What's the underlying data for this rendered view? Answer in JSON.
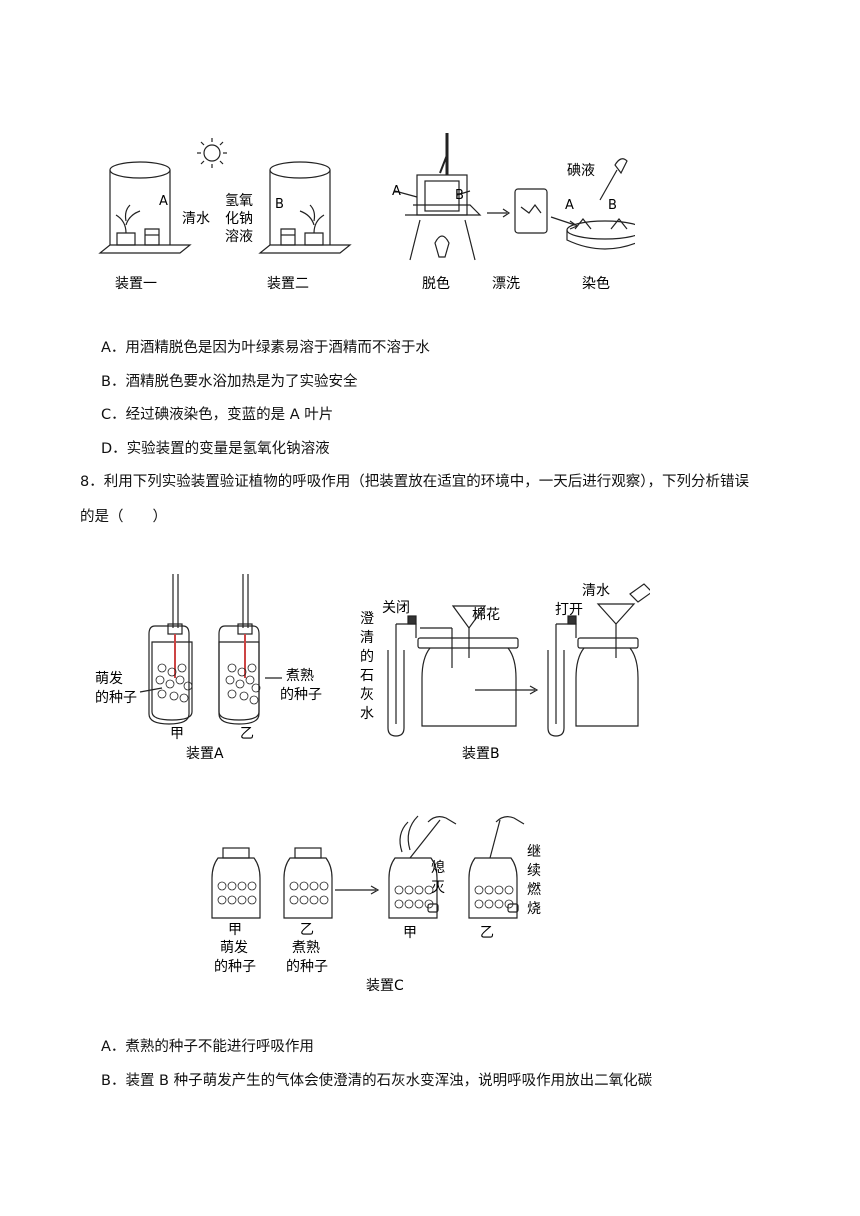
{
  "figure1": {
    "labels": {
      "leaf_a": "A",
      "leaf_b": "B",
      "water": "清水",
      "naoh_1": "氢氧",
      "naoh_2": "化钠",
      "naoh_3": "溶液",
      "iodine": "碘液",
      "dish_a": "A",
      "dish_b": "B",
      "bath_a": "A",
      "bath_b": "B"
    },
    "captions": [
      "装置一",
      "装置二",
      "脱色",
      "漂洗",
      "染色"
    ]
  },
  "q7_options": [
    "A．用酒精脱色是因为叶绿素易溶于酒精而不溶于水",
    "B．酒精脱色要水浴加热是为了实验安全",
    "C．经过碘液染色，变蓝的是 A 叶片",
    "D．实验装置的变量是氢氧化钠溶液"
  ],
  "q8": {
    "line1": "8．利用下列实验装置验证植物的呼吸作用（把装置放在适宜的环境中，一天后进行观察），下列分析错误",
    "line2": "的是（　　）"
  },
  "figure2": {
    "germ_1": "萌发",
    "germ_2": "的种子",
    "boil_1": "煮熟",
    "boil_2": "的种子",
    "jia": "甲",
    "yi": "乙",
    "device_a": "装置A",
    "close": "关闭",
    "cotton": "棉花",
    "lime": [
      "澄",
      "清",
      "的",
      "石",
      "灰",
      "水"
    ],
    "water": "清水",
    "open": "打开",
    "device_b": "装置B"
  },
  "figure3": {
    "jia": "甲",
    "yi": "乙",
    "germ_1": "萌发",
    "germ_2": "的种子",
    "boil_1": "煮熟",
    "boil_2": "的种子",
    "extinguish": [
      "熄",
      "灭"
    ],
    "burn": [
      "继",
      "续",
      "燃",
      "烧"
    ],
    "jia2": "甲",
    "yi2": "乙",
    "device_c": "装置C"
  },
  "q8_options": [
    "A．煮熟的种子不能进行呼吸作用",
    "B．装置 B 种子萌发产生的气体会使澄清的石灰水变浑浊，说明呼吸作用放出二氧化碳"
  ]
}
